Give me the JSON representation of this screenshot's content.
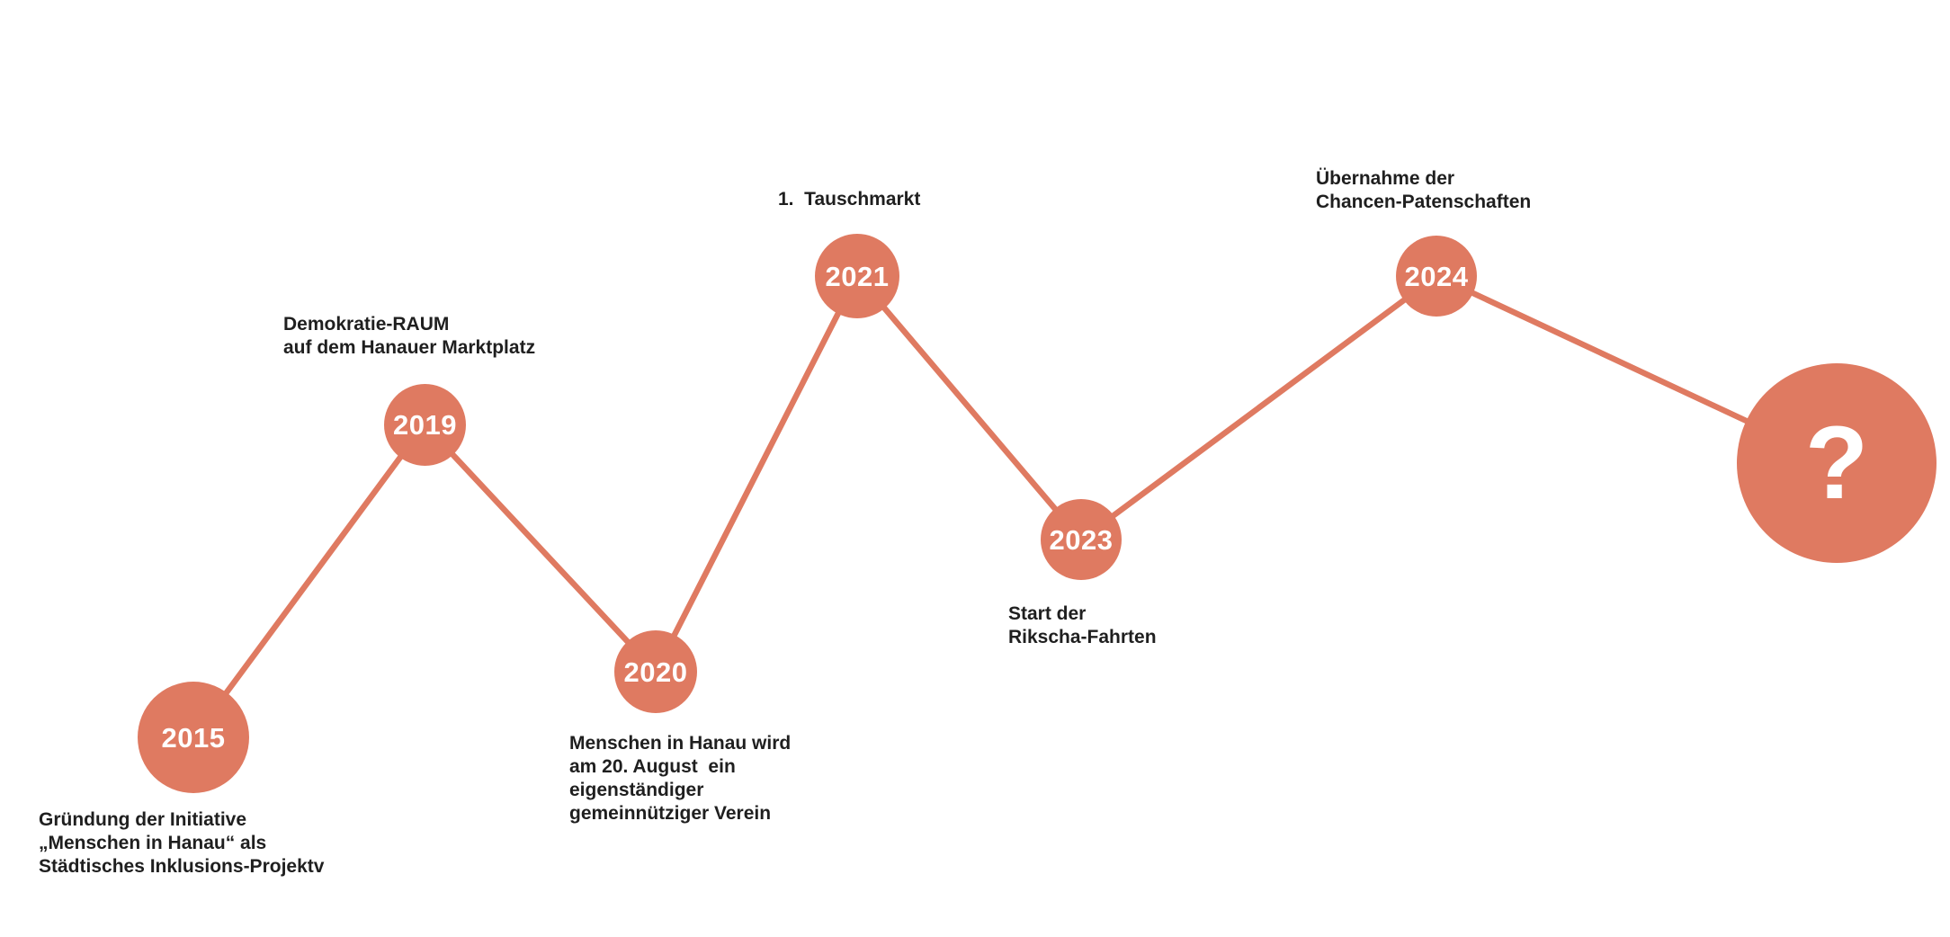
{
  "timeline": {
    "accent_color": "#DF7A61",
    "text_color": "#1F1F1F",
    "background_color": "#FFFFFF",
    "nodes": [
      {
        "year": "2015",
        "label": "Gründung der Initiative\n„Menschen in Hanau“ als\nStädtisches Inklusions-Projektv"
      },
      {
        "year": "2019",
        "label": "Demokratie-RAUM\nauf dem Hanauer Marktplatz"
      },
      {
        "year": "2020",
        "label": "Menschen in Hanau wird\nam 20. August  ein\neigenständiger\ngemeinnütziger Verein"
      },
      {
        "year": "2021",
        "label": "1.  Tauschmarkt"
      },
      {
        "year": "2023",
        "label": "Start der\nRikscha-Fahrten"
      },
      {
        "year": "2024",
        "label": "Übernahme der\nChancen-Patenschaften"
      },
      {
        "year": "?",
        "label": ""
      }
    ]
  }
}
